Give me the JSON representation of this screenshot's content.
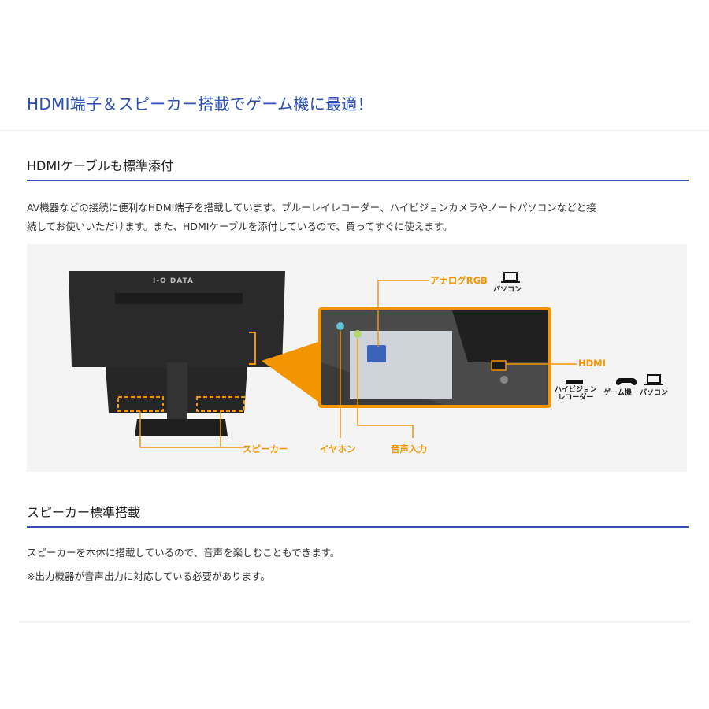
{
  "headline": "HDMI端子＆スピーカー搭載でゲーム機に最適！",
  "section1": {
    "title": "HDMIケーブルも標準添付",
    "line1": "AV機器などの接続に便利なHDMI端子を搭載しています。ブルーレイレコーダー、ハイビジョンカメラやノートパソコンなどと接",
    "line2": "続してお使いいただけます。また、HDMIケーブルを添付しているので、買ってすぐに使えます。"
  },
  "figure": {
    "brand": "I-O DATA",
    "analog_rgb": "アナログRGB",
    "pc_label": "パソコン",
    "hdmi": "HDMI",
    "hd_recorder_line1": "ハイビジョン",
    "hd_recorder_line2": "レコーダー",
    "game": "ゲーム機",
    "pc_label2": "パソコン",
    "speaker": "スピーカー",
    "earphone": "イヤホン",
    "audio_in": "音声入力",
    "accent_color": "#f29500"
  },
  "section2": {
    "title": "スピーカー標準搭載",
    "line1": "スピーカーを本体に搭載しているので、音声を楽しむこともできます。",
    "line2": "※出力機器が音声出力に対応している必要があります。"
  }
}
